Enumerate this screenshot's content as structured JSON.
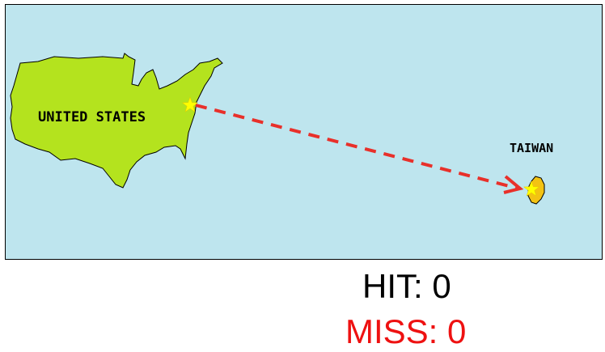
{
  "map": {
    "background_color": "#bee5ee",
    "land_color": "#b4e31e",
    "origin_label": "UNITED STATES",
    "target_label": "TAIWAN",
    "origin_marker_icon": "yellow-star-icon",
    "target_marker_icon": "yellow-star-icon",
    "trajectory_color": "#e8302a"
  },
  "scoreboard": {
    "hit_label": "HIT: ",
    "hit_count": "0",
    "hit_color": "#000000",
    "miss_label": "MISS: ",
    "miss_count": "0",
    "miss_color": "#ee1111"
  }
}
